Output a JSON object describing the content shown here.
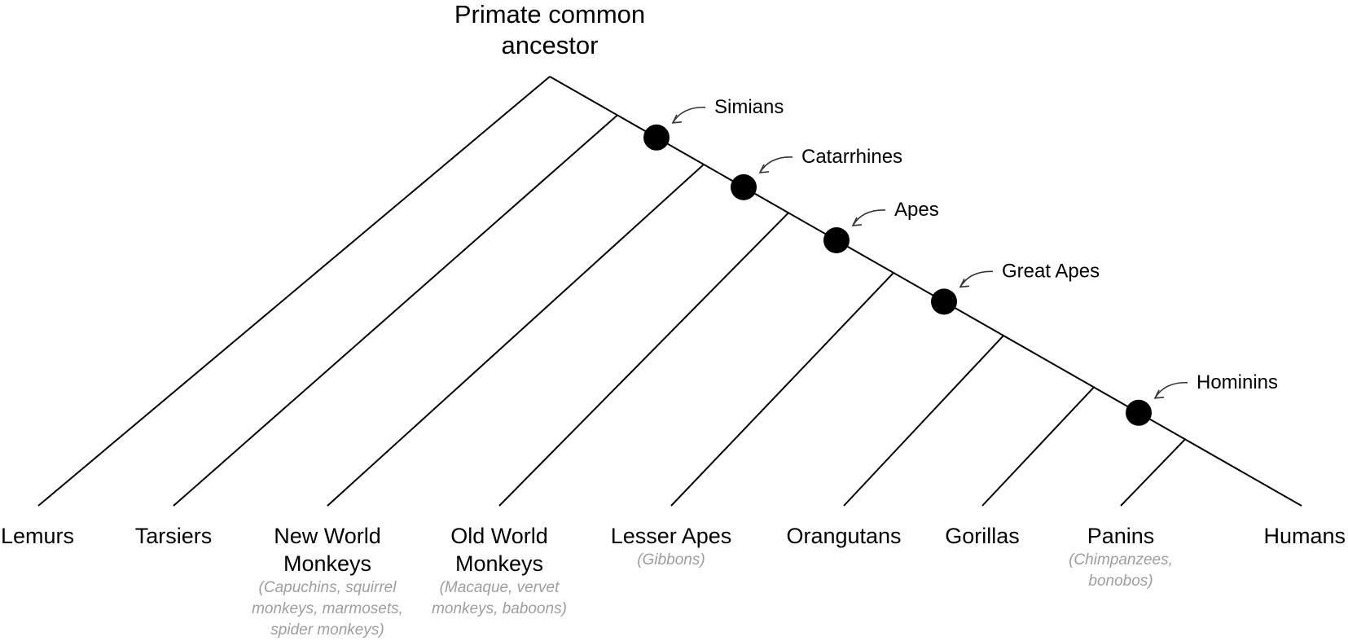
{
  "root": {
    "label_lines": [
      "Primate common",
      "ancestor"
    ]
  },
  "taxa": [
    {
      "id": "lemurs",
      "label_lines": [
        "Lemurs"
      ],
      "note_lines": []
    },
    {
      "id": "tarsiers",
      "label_lines": [
        "Tarsiers"
      ],
      "note_lines": []
    },
    {
      "id": "new-world-monkeys",
      "label_lines": [
        "New World",
        "Monkeys"
      ],
      "note_lines": [
        "(Capuchins, squirrel",
        "monkeys, marmosets,",
        "spider monkeys)"
      ]
    },
    {
      "id": "old-world-monkeys",
      "label_lines": [
        "Old World",
        "Monkeys"
      ],
      "note_lines": [
        "(Macaque, vervet",
        "monkeys, baboons)"
      ]
    },
    {
      "id": "lesser-apes",
      "label_lines": [
        "Lesser Apes"
      ],
      "note_lines": [
        "(Gibbons)"
      ]
    },
    {
      "id": "orangutans",
      "label_lines": [
        "Orangutans"
      ],
      "note_lines": []
    },
    {
      "id": "gorillas",
      "label_lines": [
        "Gorillas"
      ],
      "note_lines": []
    },
    {
      "id": "panins",
      "label_lines": [
        "Panins"
      ],
      "note_lines": [
        "(Chimpanzees,",
        "bonobos)"
      ]
    },
    {
      "id": "humans",
      "label_lines": [
        "Humans"
      ],
      "note_lines": []
    }
  ],
  "clades": [
    {
      "id": "simians",
      "label": "Simians"
    },
    {
      "id": "catarrhines",
      "label": "Catarrhines"
    },
    {
      "id": "apes",
      "label": "Apes"
    },
    {
      "id": "great-apes",
      "label": "Great Apes"
    },
    {
      "id": "hominins",
      "label": "Hominins"
    }
  ],
  "colors": {
    "line": "#000000",
    "node": "#000000",
    "note": "#9e9e9e",
    "arrow": "#333333"
  }
}
